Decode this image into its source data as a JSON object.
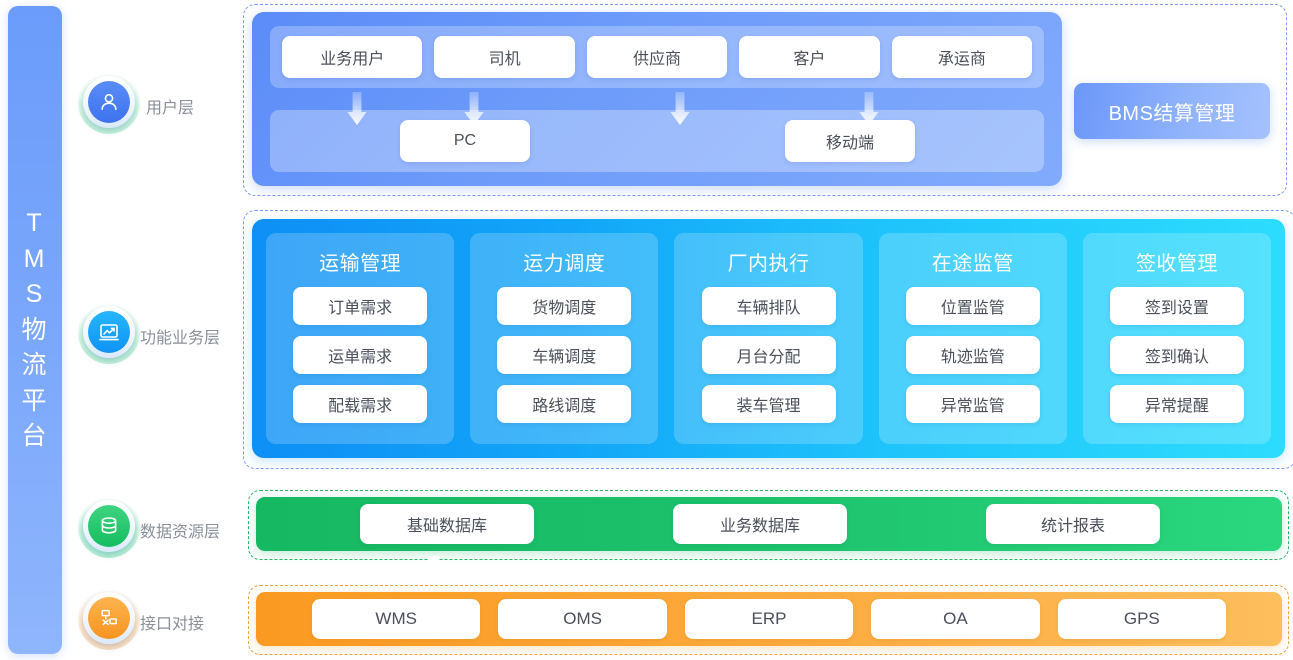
{
  "rail": {
    "title_chars": [
      "T",
      "M",
      "S",
      "物",
      "流",
      "平",
      "台"
    ]
  },
  "layers": [
    {
      "key": "user",
      "icon": "user-icon",
      "label": "用户层"
    },
    {
      "key": "func",
      "icon": "chart-icon",
      "label": "功能业务层"
    },
    {
      "key": "data",
      "icon": "database-icon",
      "label": "数据资源层"
    },
    {
      "key": "api",
      "icon": "network-icon",
      "label": "接口对接"
    }
  ],
  "user_layer": {
    "roles": [
      "业务用户",
      "司机",
      "供应商",
      "客户",
      "承运商"
    ],
    "terminals": [
      "PC",
      "移动端"
    ],
    "bms_label": "BMS结算管理",
    "arrow_count": 4
  },
  "function_layer": {
    "columns": [
      {
        "title": "运输管理",
        "items": [
          "订单需求",
          "运单需求",
          "配载需求"
        ]
      },
      {
        "title": "运力调度",
        "items": [
          "货物调度",
          "车辆调度",
          "路线调度"
        ]
      },
      {
        "title": "厂内执行",
        "items": [
          "车辆排队",
          "月台分配",
          "装车管理"
        ]
      },
      {
        "title": "在途监管",
        "items": [
          "位置监管",
          "轨迹监管",
          "异常监管"
        ]
      },
      {
        "title": "签收管理",
        "items": [
          "签到设置",
          "签到确认",
          "异常提醒"
        ]
      }
    ]
  },
  "data_layer": {
    "items": [
      "基础数据库",
      "业务数据库",
      "统计报表"
    ]
  },
  "api_layer": {
    "items": [
      "WMS",
      "OMS",
      "ERP",
      "OA",
      "GPS"
    ]
  },
  "colors": {
    "rail": "#79a6fb",
    "user": "#5b8cf8",
    "function_start": "#0e8ff5",
    "function_end": "#2cdcfd",
    "data": "#1dc26c",
    "api": "#fca83a",
    "chip": "#ffffff",
    "chip_text": "#4a4f58",
    "layer_label": "#8a8f98"
  }
}
